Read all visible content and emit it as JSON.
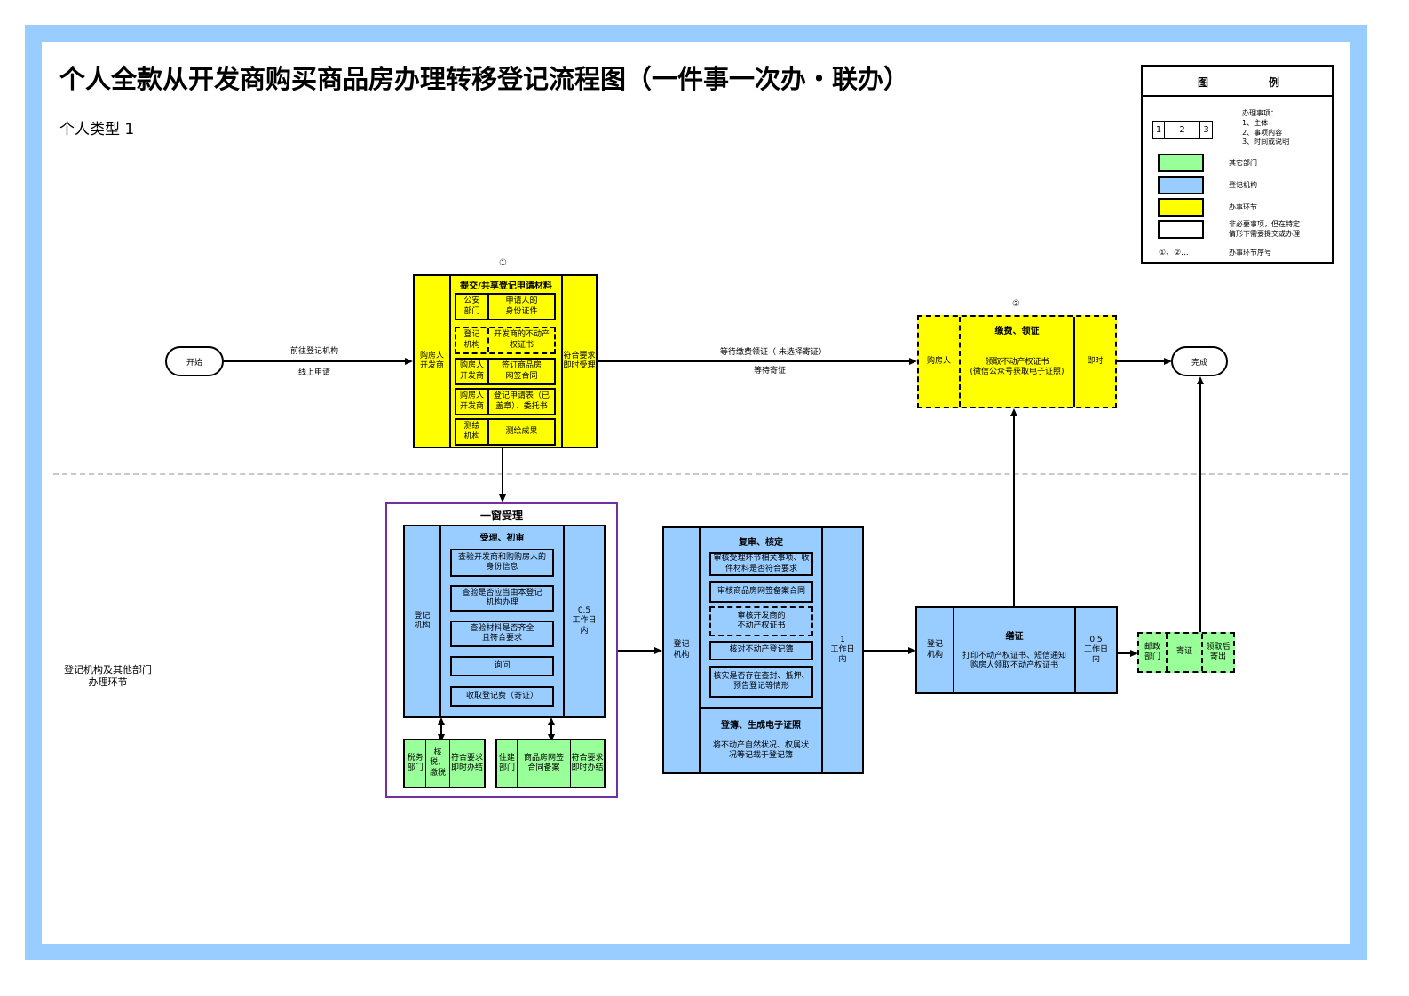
{
  "title": "个人全款从开发商购买商品房办理转移登记流程图（一件事一次办・联办）",
  "subtitle": "个人类型  1",
  "colors": {
    "frame": "#99ccff",
    "other_department": "#99ff99",
    "registration_agency": "#99ccff",
    "process_step": "#ffff00",
    "one_window_border": "#7030a0",
    "lane_divider": "#c8c8c8"
  },
  "legend": {
    "title_left": "图",
    "title_right": "例",
    "item_structure": {
      "cells": [
        "1",
        "2",
        "3"
      ],
      "description": [
        "办理事项：",
        "1、主体",
        "2、事项内容",
        "3、时间或说明"
      ]
    },
    "other_department": "其它部门",
    "registration_agency": "登记机构",
    "process_step": "办事环节",
    "optional": [
      "非必要事项，但在特定",
      "情形下需要提交或办理"
    ],
    "sequence_symbol": "①、②...",
    "sequence_label": "办事环节序号"
  },
  "lanes": {
    "lower_label": [
      "登记机构及其他部门",
      "办理环节"
    ]
  },
  "start": "开始",
  "end": "完成",
  "edges": {
    "start_to_step1_top": "前往登记机构",
    "start_to_step1_bottom": "线上申请",
    "step1_to_step2_top": "等待缴费领证（ 未选择寄证）",
    "step1_to_step2_bottom": "等待寄证"
  },
  "step1": {
    "number": "①",
    "subject": [
      "购房人",
      "开发商"
    ],
    "heading": "提交/共享登记申请材料",
    "note": [
      "符合要求",
      "即时受理"
    ],
    "materials": [
      {
        "provider": [
          "公安",
          "部门"
        ],
        "item": [
          "申请人的",
          "身份证件"
        ],
        "optional": false
      },
      {
        "provider": [
          "登记",
          "机构"
        ],
        "item": [
          "开发商的不动产",
          "权证书"
        ],
        "optional": true
      },
      {
        "provider": [
          "购房人",
          "开发商"
        ],
        "item": [
          "签订商品房",
          "网签合同"
        ],
        "optional": false
      },
      {
        "provider": [
          "购房人",
          "开发商"
        ],
        "item": [
          "登记申请表（已",
          "盖章）、委托书"
        ],
        "optional": false
      },
      {
        "provider": [
          "测绘",
          "机构"
        ],
        "item": [
          "测绘成果"
        ],
        "optional": false
      }
    ]
  },
  "step2": {
    "number": "②",
    "subject": "购房人",
    "heading": "缴费、领证",
    "content": [
      "领取不动产权证书",
      "(微信公众号获取电子证照)"
    ],
    "note": "即时"
  },
  "one_window": {
    "title": "一窗受理",
    "subject": [
      "登记",
      "机构"
    ],
    "heading": "受理、初审",
    "time": [
      "0.5",
      "工作日",
      "内"
    ],
    "tasks": [
      [
        "查验开发商和购购房人的",
        "身份信息"
      ],
      [
        "查验是否应当由本登记",
        "机构办理"
      ],
      [
        "查验材料是否齐全",
        "且符合要求"
      ],
      [
        "询问"
      ],
      [
        "收取登记费（寄证）"
      ]
    ],
    "tax": {
      "dept": [
        "税务",
        "部门"
      ],
      "task": [
        "核税、",
        "缴税"
      ],
      "note": [
        "符合要求",
        "即时办结"
      ]
    },
    "housing": {
      "dept": [
        "住建",
        "部门"
      ],
      "task": [
        "商品房网签",
        "合同备案"
      ],
      "note": [
        "符合要求",
        "即时办结"
      ]
    }
  },
  "review": {
    "subject": [
      "登记",
      "机构"
    ],
    "heading": "复审、核定",
    "time": [
      "1",
      "工作日",
      "内"
    ],
    "tasks": [
      {
        "text": [
          "审核受理环节相关事项、收",
          "件材料是否符合要求"
        ],
        "optional": false
      },
      {
        "text": [
          "审核商品房网签备案合同"
        ],
        "optional": false
      },
      {
        "text": [
          "审核开发商的",
          "不动产权证书"
        ],
        "optional": true
      },
      {
        "text": [
          "核对不动产登记簿"
        ],
        "optional": false
      },
      {
        "text": [
          "核实是否存在查封、抵押、",
          "预告登记等情形"
        ],
        "optional": false
      }
    ],
    "record_heading": "登簿、生成电子证照",
    "record_text": [
      "将不动产自然状况、权属状",
      "况等记载于登记簿"
    ]
  },
  "certify": {
    "subject": [
      "登记",
      "机构"
    ],
    "heading": "缮证",
    "content": [
      "打印不动产权证书、短信通知",
      "购房人领取不动产权证书"
    ],
    "time": [
      "0.5",
      "工作日",
      "内"
    ]
  },
  "mail": {
    "dept": [
      "邮政",
      "部门"
    ],
    "task": "寄证",
    "note": [
      "领取后",
      "寄出"
    ]
  }
}
